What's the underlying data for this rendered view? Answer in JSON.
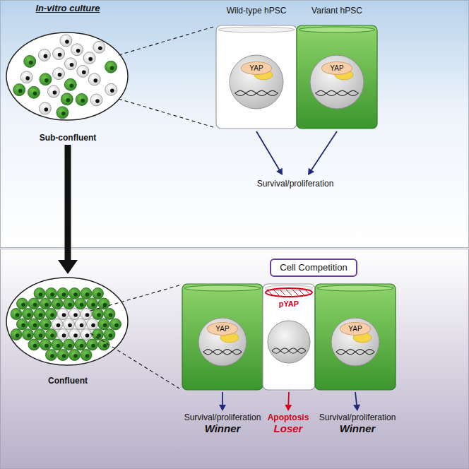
{
  "diagram": {
    "nodes": [
      {
        "text": [
          "In-vitro culture",
          "Sub-confluent"
        ]
      },
      {
        "text": [
          "Wild-type hPSC"
        ]
      },
      {
        "text": [
          "YAP"
        ],
        "in": 1
      },
      {
        "text": [
          "Variant hPSC"
        ]
      },
      {
        "text": [
          "YAP"
        ],
        "in": 3
      },
      {
        "text": [
          "Survival/proliferation"
        ]
      },
      {
        "text": [
          "Confluent"
        ]
      },
      {
        "text": [
          "Cell Competition"
        ]
      },
      {
        "text": []
      },
      {
        "text": [
          "YAP"
        ],
        "in": 8
      },
      {
        "text": [
          "pYAP"
        ]
      },
      {
        "text": []
      },
      {
        "text": [
          "YAP"
        ],
        "in": 11
      },
      {
        "text": [
          "Survival/proliferation",
          "Winner"
        ]
      },
      {
        "text": [
          "Apoptosis",
          "Loser"
        ]
      },
      {
        "text": [
          "Survival/proliferation",
          "Winner"
        ]
      }
    ],
    "edges": [
      {
        "from": 0,
        "to": 6,
        "arrow": "to"
      },
      {
        "from": 1,
        "to": 5,
        "arrow": "to"
      },
      {
        "from": 3,
        "to": 5,
        "arrow": "to"
      },
      {
        "from": 8,
        "to": 13,
        "arrow": "to"
      },
      {
        "from": 10,
        "to": 14,
        "arrow": "to"
      },
      {
        "from": 11,
        "to": 15,
        "arrow": "to"
      }
    ]
  }
}
